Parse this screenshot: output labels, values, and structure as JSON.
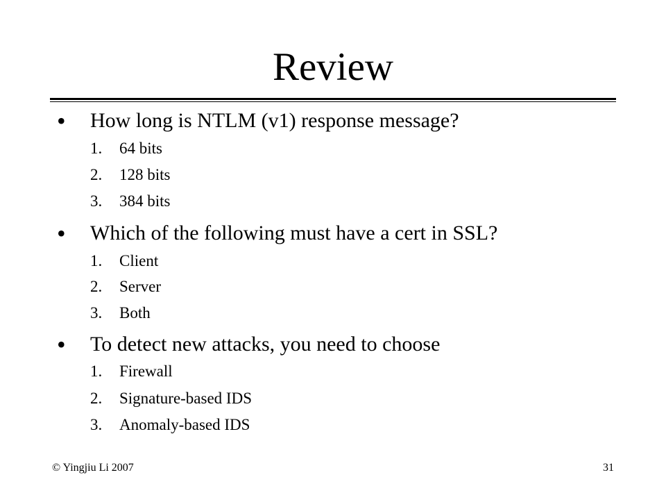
{
  "slide": {
    "title": "Review",
    "questions": [
      {
        "bullet": "•",
        "text": "How long is NTLM (v1) response message?",
        "options": [
          {
            "num": "1.",
            "label": "64 bits"
          },
          {
            "num": "2.",
            "label": "128 bits"
          },
          {
            "num": "3.",
            "label": "384 bits"
          }
        ]
      },
      {
        "bullet": "•",
        "text": "Which of the following must have a cert in SSL?",
        "options": [
          {
            "num": "1.",
            "label": "Client"
          },
          {
            "num": "2.",
            "label": "Server"
          },
          {
            "num": "3.",
            "label": "Both"
          }
        ]
      },
      {
        "bullet": "•",
        "text": "To detect new attacks, you need to choose",
        "options": [
          {
            "num": "1.",
            "label": "Firewall"
          },
          {
            "num": "2.",
            "label": "Signature-based IDS"
          },
          {
            "num": "3.",
            "label": "Anomaly-based IDS"
          }
        ]
      }
    ],
    "footer": {
      "copyright": "© Yingjiu Li 2007",
      "page_number": "31"
    }
  }
}
